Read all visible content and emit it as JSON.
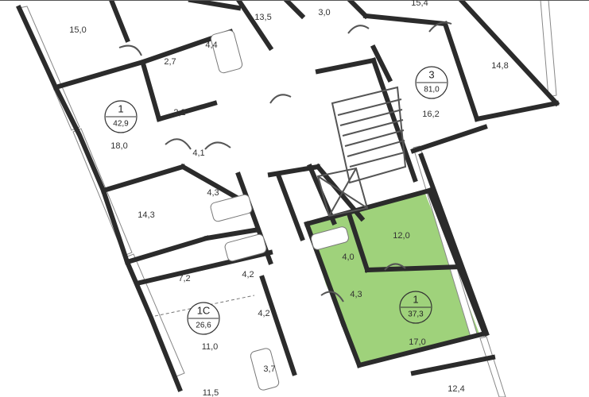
{
  "colors": {
    "highlight_fill": "#9fd27b",
    "wall": "#2b2b2b",
    "background": "#ffffff"
  },
  "rooms": [
    {
      "id": "r-15-0",
      "label": "15,0"
    },
    {
      "id": "r-13-5",
      "label": "13,5"
    },
    {
      "id": "r-3-0",
      "label": "3,0"
    },
    {
      "id": "r-15-4",
      "label": "15,4"
    },
    {
      "id": "r-4-4",
      "label": "4,4"
    },
    {
      "id": "r-2-7",
      "label": "2,7"
    },
    {
      "id": "r-14-8",
      "label": "14,8"
    },
    {
      "id": "r-2-2",
      "label": "2,2"
    },
    {
      "id": "r-18-0",
      "label": "18,0"
    },
    {
      "id": "r-16-2",
      "label": "16,2"
    },
    {
      "id": "r-4-1",
      "label": "4,1"
    },
    {
      "id": "r-4-3a",
      "label": "4,3"
    },
    {
      "id": "r-14-3",
      "label": "14,3"
    },
    {
      "id": "r-12-0",
      "label": "12,0"
    },
    {
      "id": "r-4-0",
      "label": "4,0"
    },
    {
      "id": "r-7-2",
      "label": "7,2"
    },
    {
      "id": "r-4-2a",
      "label": "4,2"
    },
    {
      "id": "r-4-3b",
      "label": "4,3"
    },
    {
      "id": "r-4-2b",
      "label": "4,2"
    },
    {
      "id": "r-17-0",
      "label": "17,0"
    },
    {
      "id": "r-11-0",
      "label": "11,0"
    },
    {
      "id": "r-3-7",
      "label": "3,7"
    },
    {
      "id": "r-11-5",
      "label": "11,5"
    },
    {
      "id": "r-12-4",
      "label": "12,4"
    }
  ],
  "apartments": [
    {
      "id": "apt-top-left",
      "rooms": "1",
      "area": "42,9"
    },
    {
      "id": "apt-top-right",
      "rooms": "3",
      "area": "81,0"
    },
    {
      "id": "apt-highlighted",
      "rooms": "1",
      "area": "37,3"
    },
    {
      "id": "apt-studio",
      "rooms": "1С",
      "area": "26,6"
    }
  ]
}
